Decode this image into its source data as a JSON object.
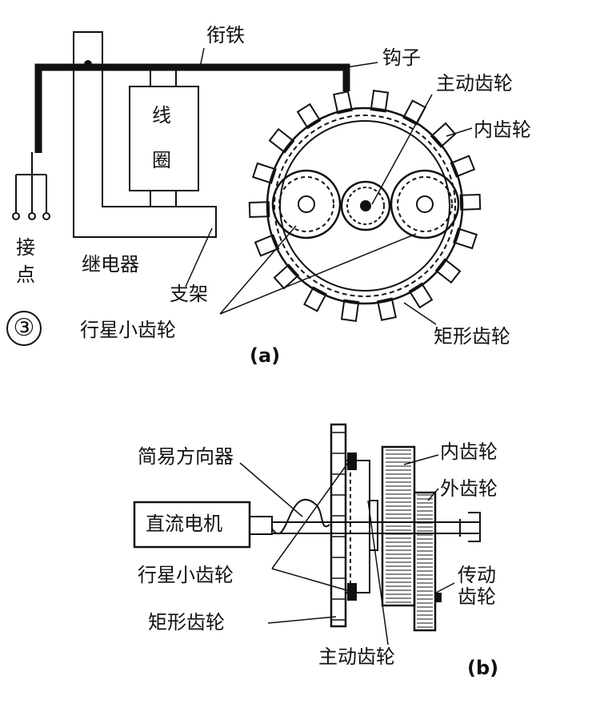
{
  "figure_number": "③",
  "diagram_a": {
    "caption": "(a)",
    "labels": {
      "armature": "衔铁",
      "hook": "钩子",
      "drive_gear": "主动齿轮",
      "internal_gear": "内齿轮",
      "coil_line1": "线",
      "coil_line2": "圈",
      "contacts": "接点",
      "relay": "继电器",
      "bracket": "支架",
      "planet_gears": "行星小齿轮",
      "rect_gear": "矩形齿轮"
    }
  },
  "diagram_b": {
    "caption": "(b)",
    "labels": {
      "simple_reverser": "简易方向器",
      "internal_gear": "内齿轮",
      "external_gear": "外齿轮",
      "dc_motor": "直流电机",
      "planet_gears": "行星小齿轮",
      "transmission_gear_line1": "传动",
      "transmission_gear_line2": "齿轮",
      "rect_gear": "矩形齿轮",
      "drive_gear": "主动齿轮"
    }
  }
}
